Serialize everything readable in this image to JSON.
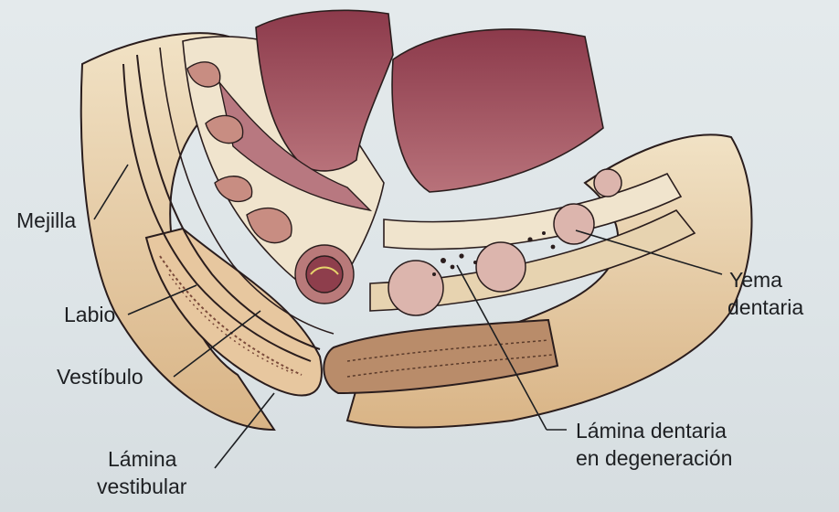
{
  "diagram": {
    "labels": {
      "mejilla": "Mejilla",
      "labio": "Labio",
      "vestibulo": "Vestíbulo",
      "lamina_vestibular_line1": "Lámina",
      "lamina_vestibular_line2": "vestibular",
      "yema_line1": "Yema",
      "yema_line2": "dentaria",
      "lamina_dent_line1": "Lámina dentaria",
      "lamina_dent_line2": "en degeneración"
    },
    "colors": {
      "tissue_light": "#efe1c6",
      "tissue_tan": "#e4c498",
      "tissue_dark": "#c79a6a",
      "muscle": "#b06a70",
      "muscle_dark": "#7a2c3e",
      "bud": "#dcb5ad",
      "line": "#2a1d1d"
    }
  }
}
